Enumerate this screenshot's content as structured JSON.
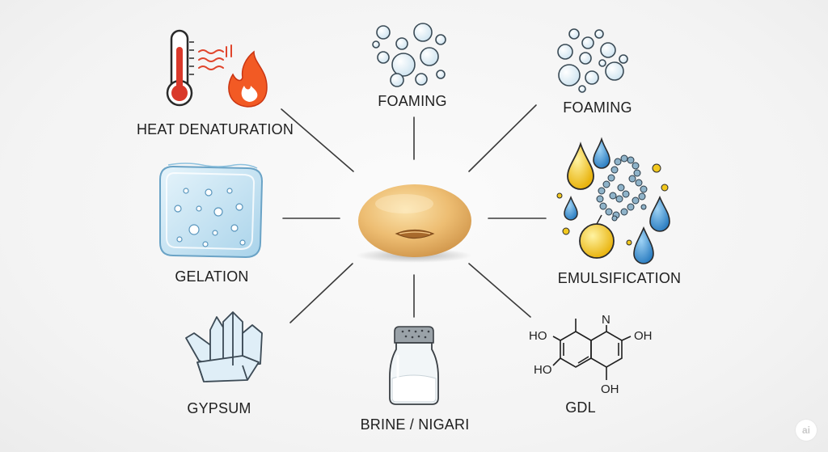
{
  "labels": {
    "heat_denaturation": "HEAT DENATURATION",
    "foaming_top": "FOAMING",
    "foaming_right": "FOAMING",
    "gelation": "GELATION",
    "emulsification": "EMULSIFICATION",
    "gypsum": "GYPSUM",
    "brine": "BRINE / NIGARI",
    "gdl": "GDL"
  },
  "gdl_structure": {
    "n": "N",
    "oh_top_left": "HO",
    "oh_top_right": "OH",
    "oh_bottom_left": "HO",
    "oh_bottom": "OH"
  },
  "badge": "ai",
  "colors": {
    "connector": "#3a3a3a",
    "soybean": "#e9b96e",
    "flame": "#f04a1a",
    "droplet_yellow": "#f2c81e",
    "droplet_blue": "#3a8fd0"
  }
}
